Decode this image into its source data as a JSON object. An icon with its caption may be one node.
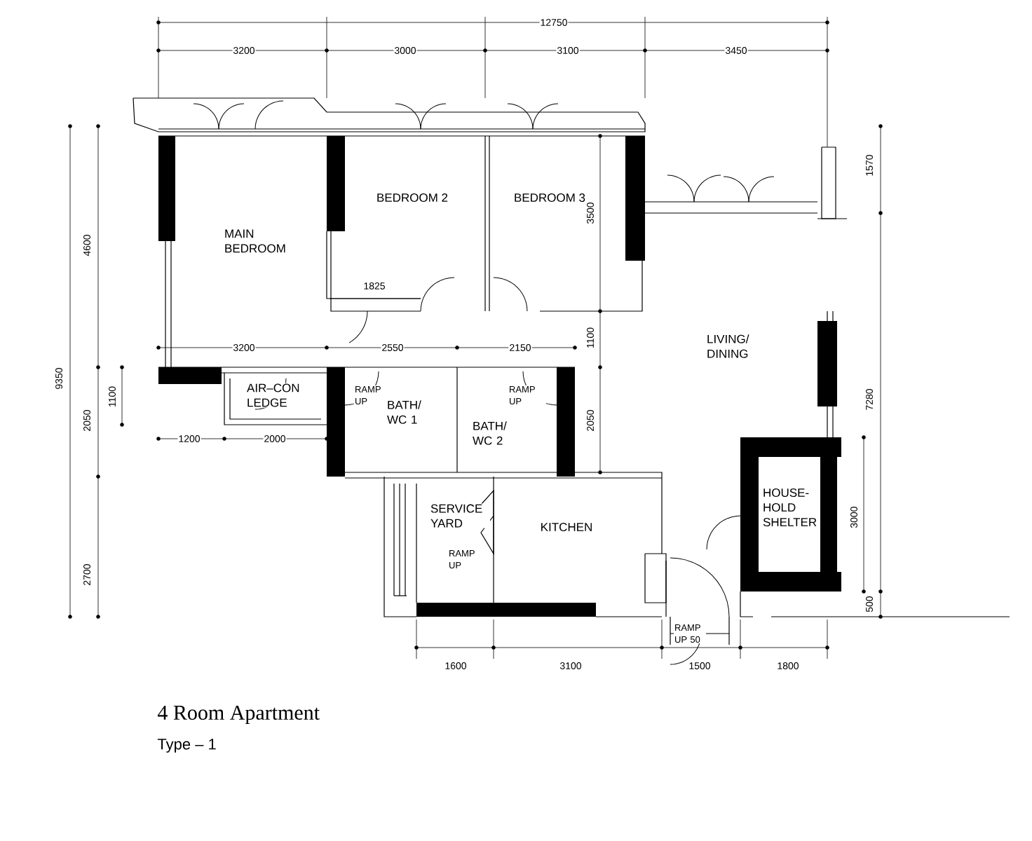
{
  "diagram": {
    "title": "4 Room Apartment",
    "caption": "Type – 1",
    "labels": [
      "12750",
      "3200",
      "3000",
      "3100",
      "3450",
      "1570",
      "BEDROOM 2",
      "BEDROOM 3",
      "3500",
      "4600",
      "MAIN BEDROOM",
      "1825",
      "3200",
      "2550",
      "2150",
      "1100",
      "LIVING/ DINING",
      "9350",
      "1100",
      "AIR–CON LEDGE",
      "RAMP UP",
      "RAMP UP",
      "BATH/ WC 1",
      "7280",
      "2050",
      "2050",
      "BATH/ WC 2",
      "1200",
      "2000",
      "SERVICE YARD",
      "KITCHEN",
      "HOUSE-HOLD SHELTER",
      "3000",
      "RAMP UP",
      "2700",
      "500",
      "RAMP UP 50",
      "1600",
      "3100",
      "1500",
      "1800"
    ]
  }
}
